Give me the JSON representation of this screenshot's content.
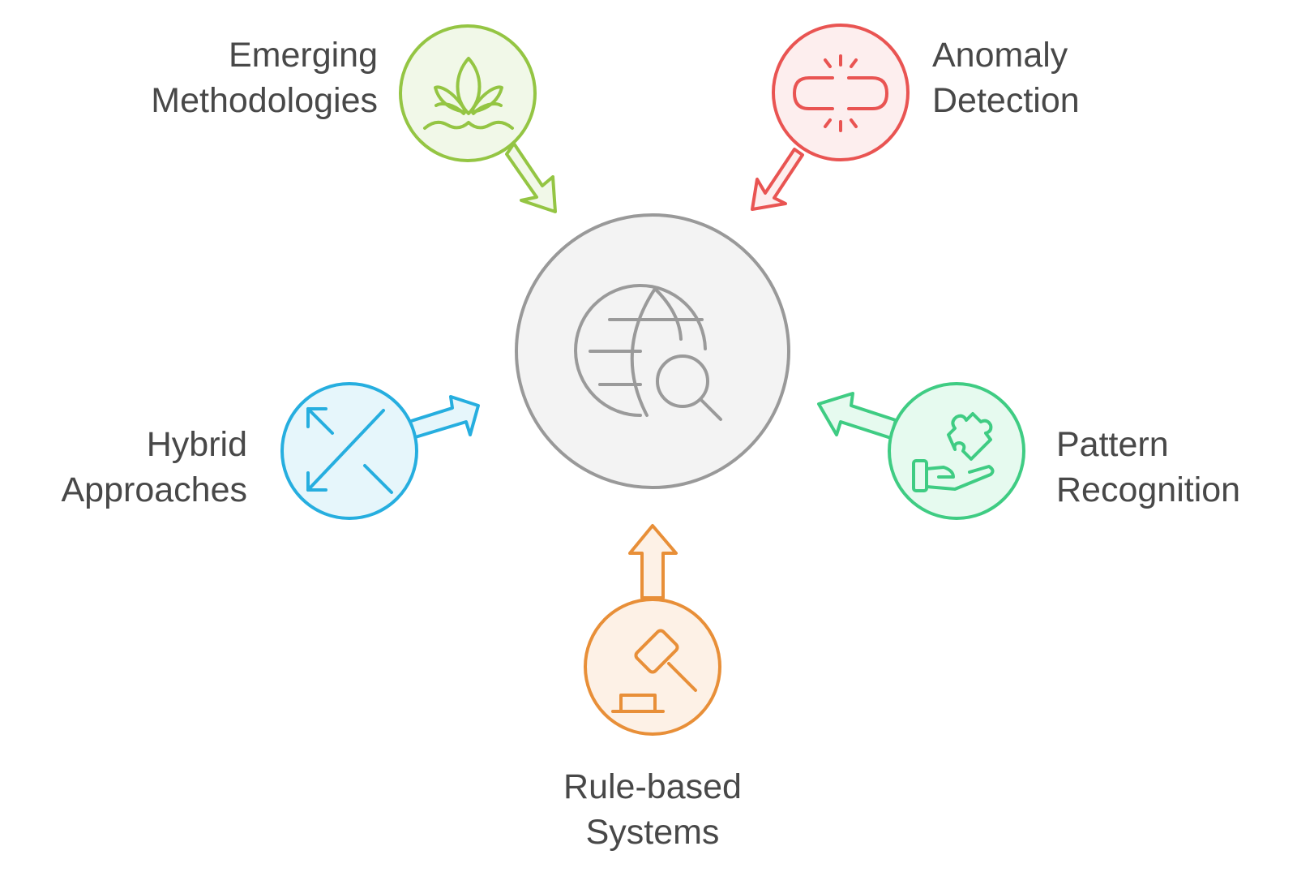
{
  "diagram": {
    "colors": {
      "center_stroke": "#999999",
      "center_fill": "#f3f3f3",
      "green": "#94c543",
      "green_fill": "#f1f8e8",
      "red": "#e95452",
      "red_fill": "#fdeeee",
      "blue": "#26aedf",
      "blue_fill": "#e6f6fb",
      "teal": "#3fcc83",
      "teal_fill": "#e6faef",
      "orange": "#e88f38",
      "orange_fill": "#fdf1e6",
      "text": "#484848"
    },
    "center_icon": "globe-search-icon",
    "nodes": [
      {
        "id": "emerging",
        "line1": "Emerging",
        "line2": "Methodologies",
        "icon": "plant-icon"
      },
      {
        "id": "anomaly",
        "line1": "Anomaly",
        "line2": "Detection",
        "icon": "broken-link-icon"
      },
      {
        "id": "hybrid",
        "line1": "Hybrid",
        "line2": "Approaches",
        "icon": "arrows-diagonal-icon"
      },
      {
        "id": "pattern",
        "line1": "Pattern",
        "line2": "Recognition",
        "icon": "puzzle-hand-icon"
      },
      {
        "id": "rule",
        "line1": "Rule-based",
        "line2": "Systems",
        "icon": "gavel-icon"
      }
    ]
  }
}
